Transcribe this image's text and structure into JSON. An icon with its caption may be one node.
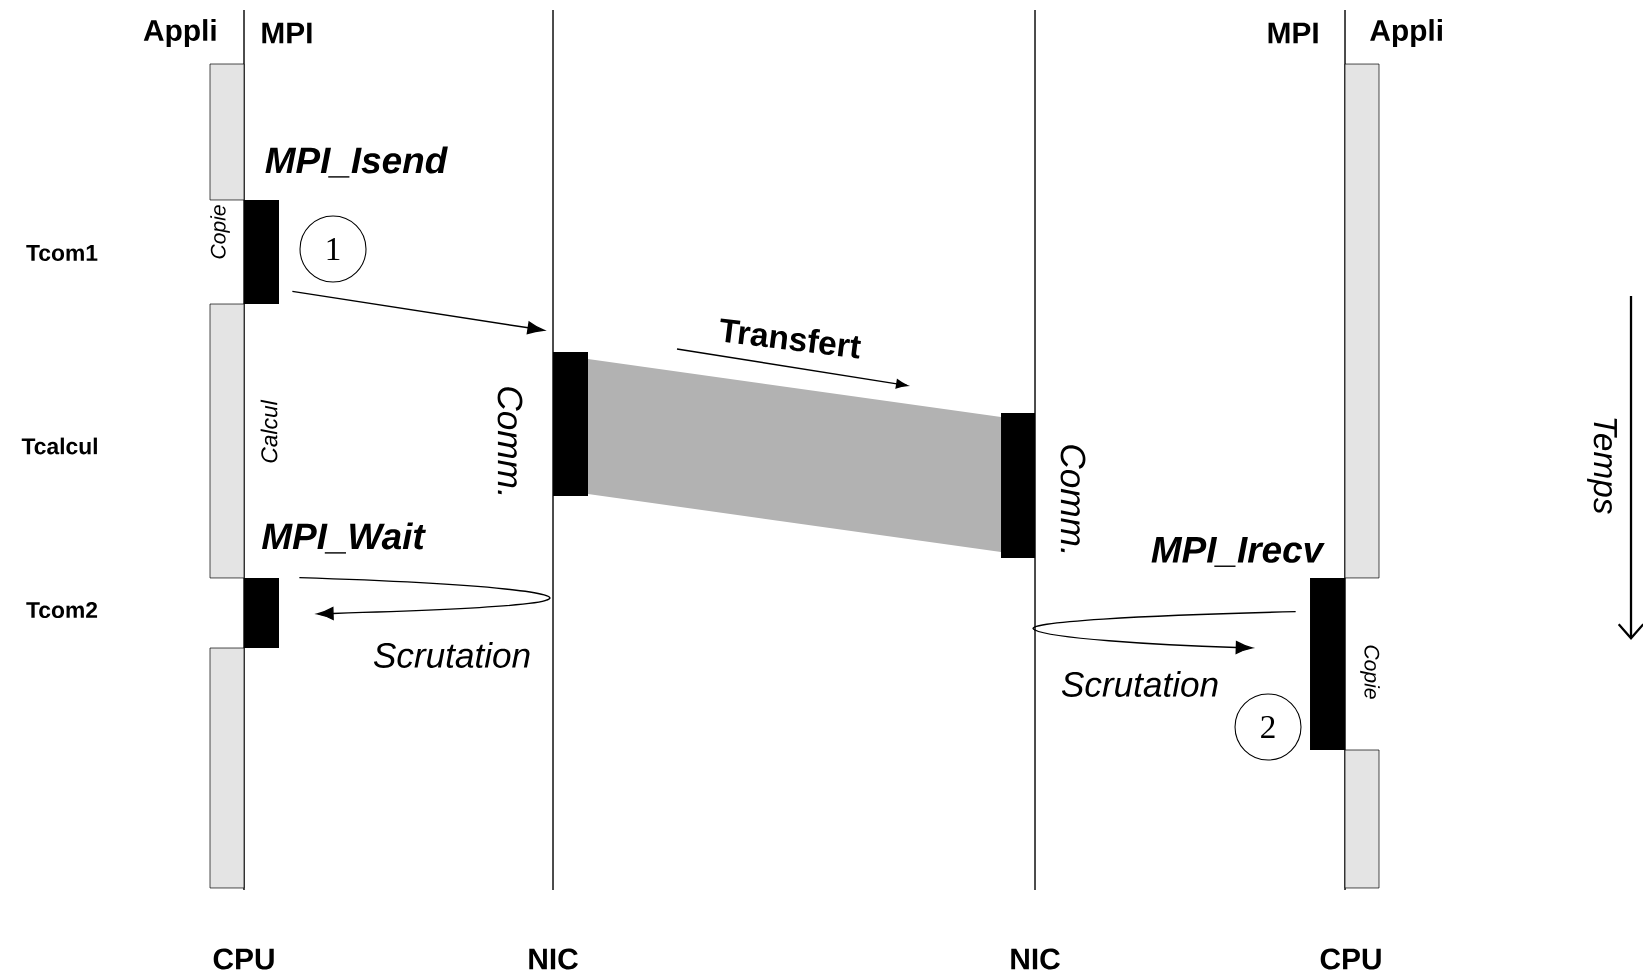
{
  "diagram": {
    "nodes": [
      {
        "text": [],
        "shape": "bar",
        "beside": [
          "Copie"
        ]
      },
      {
        "text": [
          "1"
        ]
      },
      {
        "text": [],
        "shape": "bar",
        "beside": [
          "Comm."
        ]
      },
      {
        "text": [],
        "shape": "bar",
        "beside": [
          "Comm."
        ]
      },
      {
        "text": [],
        "shape": "bar"
      },
      {
        "text": [],
        "shape": "bar",
        "beside": [
          "Copie"
        ]
      },
      {
        "text": [
          "2"
        ]
      },
      {
        "text": [],
        "shape": "bar"
      },
      {
        "text": [],
        "shape": "bar"
      },
      {
        "text": [],
        "shape": "bar"
      },
      {
        "text": [],
        "shape": "bar"
      },
      {
        "text": [],
        "shape": "bar"
      },
      {
        "text": [],
        "shape": "band"
      }
    ],
    "edges": [
      {
        "from": 0,
        "to": 2,
        "arrow": "to"
      },
      {
        "from": 4,
        "to": 4,
        "arrow": "to",
        "label": "Scrutation"
      },
      {
        "from": 5,
        "to": null,
        "arrow": "to",
        "label": "Scrutation"
      }
    ],
    "labels": [
      "Appli",
      "MPI",
      "MPI",
      "Appli",
      "MPI_Isend",
      "Tcom1",
      "Transfert",
      "Calcul",
      "Tcalcul",
      "Temps",
      "MPI_Wait",
      "MPI_Irecv",
      "Tcom2",
      "CPU",
      "NIC",
      "NIC",
      "CPU"
    ]
  }
}
